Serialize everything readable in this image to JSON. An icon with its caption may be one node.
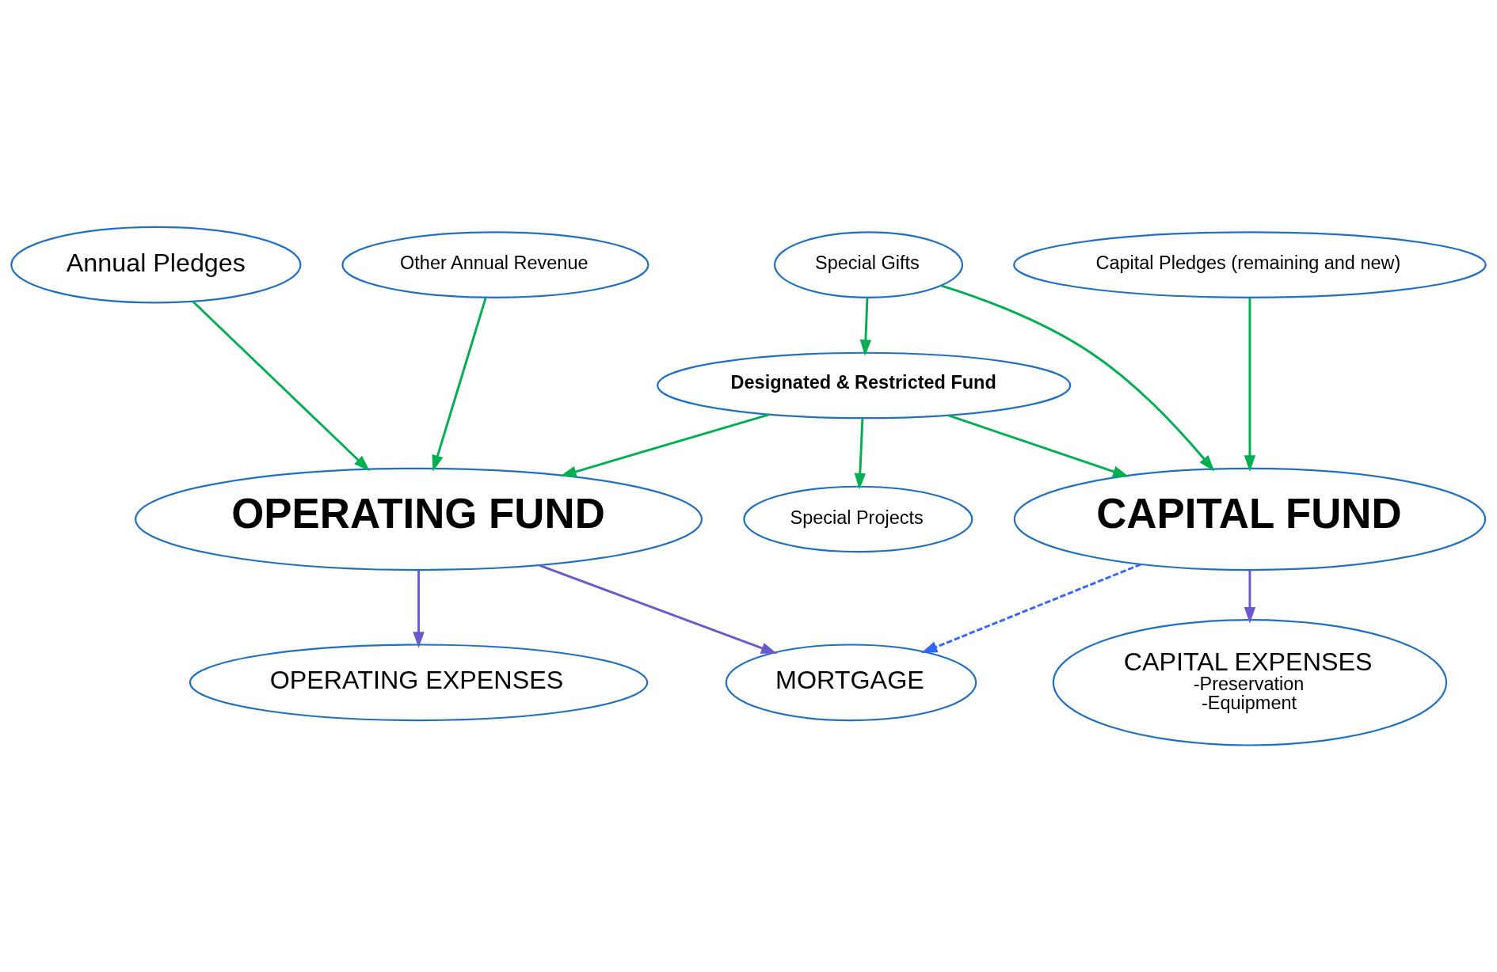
{
  "diagram": {
    "nodes": [
      {
        "text": [
          "Capital Pledges (remaining and new)"
        ]
      },
      {
        "text": [
          "Special Gifts"
        ]
      },
      {
        "text": [
          "Annual Pledges"
        ]
      },
      {
        "text": [
          "Other Annual Revenue"
        ]
      },
      {
        "text": [
          "Designated & Restricted Fund"
        ]
      },
      {
        "text": [
          "CAPITAL FUND"
        ]
      },
      {
        "text": [
          "OPERATING FUND"
        ]
      },
      {
        "text": [
          "Special Projects"
        ]
      },
      {
        "text": [
          "CAPITAL EXPENSES",
          "-Preservation",
          "-Equipment"
        ]
      },
      {
        "text": [
          "MORTGAGE"
        ]
      },
      {
        "text": [
          "OPERATING EXPENSES"
        ]
      }
    ],
    "edges": [
      {
        "from": 0,
        "to": 5,
        "arrow": "to"
      },
      {
        "from": 1,
        "to": 5,
        "arrow": "to"
      },
      {
        "from": 1,
        "to": 4,
        "arrow": "to"
      },
      {
        "from": 2,
        "to": 6,
        "arrow": "to"
      },
      {
        "from": 3,
        "to": 6,
        "arrow": "to"
      },
      {
        "from": 4,
        "to": 5,
        "arrow": "to"
      },
      {
        "from": 4,
        "to": 7,
        "arrow": "to"
      },
      {
        "from": 4,
        "to": 6,
        "arrow": "to"
      },
      {
        "from": 5,
        "to": 8,
        "arrow": "to",
        "color": "#6a5acd"
      },
      {
        "from": 5,
        "to": 9,
        "arrow": "to",
        "style": "dashed",
        "color": "#3366ff"
      },
      {
        "from": 6,
        "to": 9,
        "arrow": "to",
        "color": "#6a5acd"
      },
      {
        "from": 6,
        "to": 10,
        "arrow": "to",
        "color": "#6a5acd"
      }
    ]
  }
}
